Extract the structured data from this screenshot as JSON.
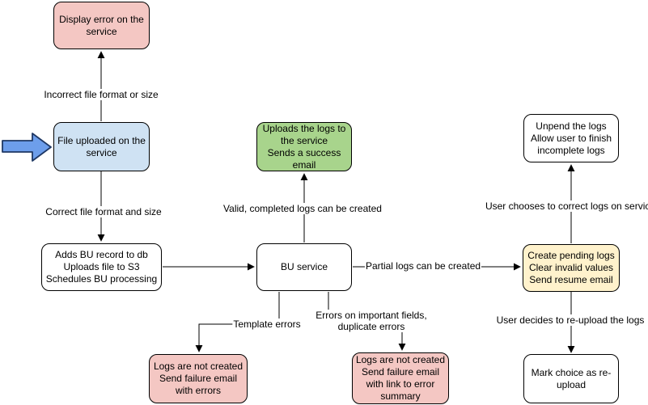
{
  "diagram": {
    "type": "flowchart",
    "background": "#ffffff",
    "stroke_color": "#000000",
    "nodes": [
      {
        "id": "display-error-on-service",
        "label": "Display error on the\nservice",
        "fill": "#f4c7c3"
      },
      {
        "id": "file-uploaded-on-service",
        "label": "File uploaded on the\nservice",
        "fill": "#cfe2f3"
      },
      {
        "id": "adds-bu-record",
        "label": "Adds BU record to db\nUploads file to S3\nSchedules BU processing",
        "fill": "#ffffff"
      },
      {
        "id": "uploads-logs-success",
        "label": "Uploads the logs to\nthe service\nSends a success\nemail",
        "fill": "#a8d48c"
      },
      {
        "id": "bu-service",
        "label": "BU service",
        "fill": "#ffffff"
      },
      {
        "id": "unpend-logs",
        "label": "Unpend the logs\nAllow user to finish\nincomplete logs",
        "fill": "#ffffff"
      },
      {
        "id": "create-pending-logs",
        "label": "Create pending logs\nClear invalid values\nSend resume email",
        "fill": "#fff2cc"
      },
      {
        "id": "logs-not-created-errors",
        "label": "Logs are not created\nSend failure email\nwith errors",
        "fill": "#f4c7c3"
      },
      {
        "id": "logs-not-created-summary",
        "label": "Logs are not created\nSend failure email\nwith link to error\nsummary",
        "fill": "#f4c7c3"
      },
      {
        "id": "mark-choice-reupload",
        "label": "Mark choice as re-\nupload",
        "fill": "#ffffff"
      }
    ],
    "edge_labels": [
      {
        "id": "incorrect-file-format",
        "text": "Incorrect file format or size"
      },
      {
        "id": "correct-file-format",
        "text": "Correct file format and size"
      },
      {
        "id": "valid-completed-logs",
        "text": "Valid, completed logs can be created"
      },
      {
        "id": "partial-logs",
        "text": "Partial logs can be created"
      },
      {
        "id": "user-chooses-correct",
        "text": "User chooses to correct logs on service"
      },
      {
        "id": "template-errors",
        "text": "Template errors"
      },
      {
        "id": "errors-important-fields",
        "text": "Errors on important fields,\nduplicate errors"
      },
      {
        "id": "user-decides-reupload",
        "text": "User decides to re-upload the logs"
      }
    ],
    "entry_arrow": {
      "fill": "#6d9eeb",
      "stroke": "#1f3864"
    }
  }
}
